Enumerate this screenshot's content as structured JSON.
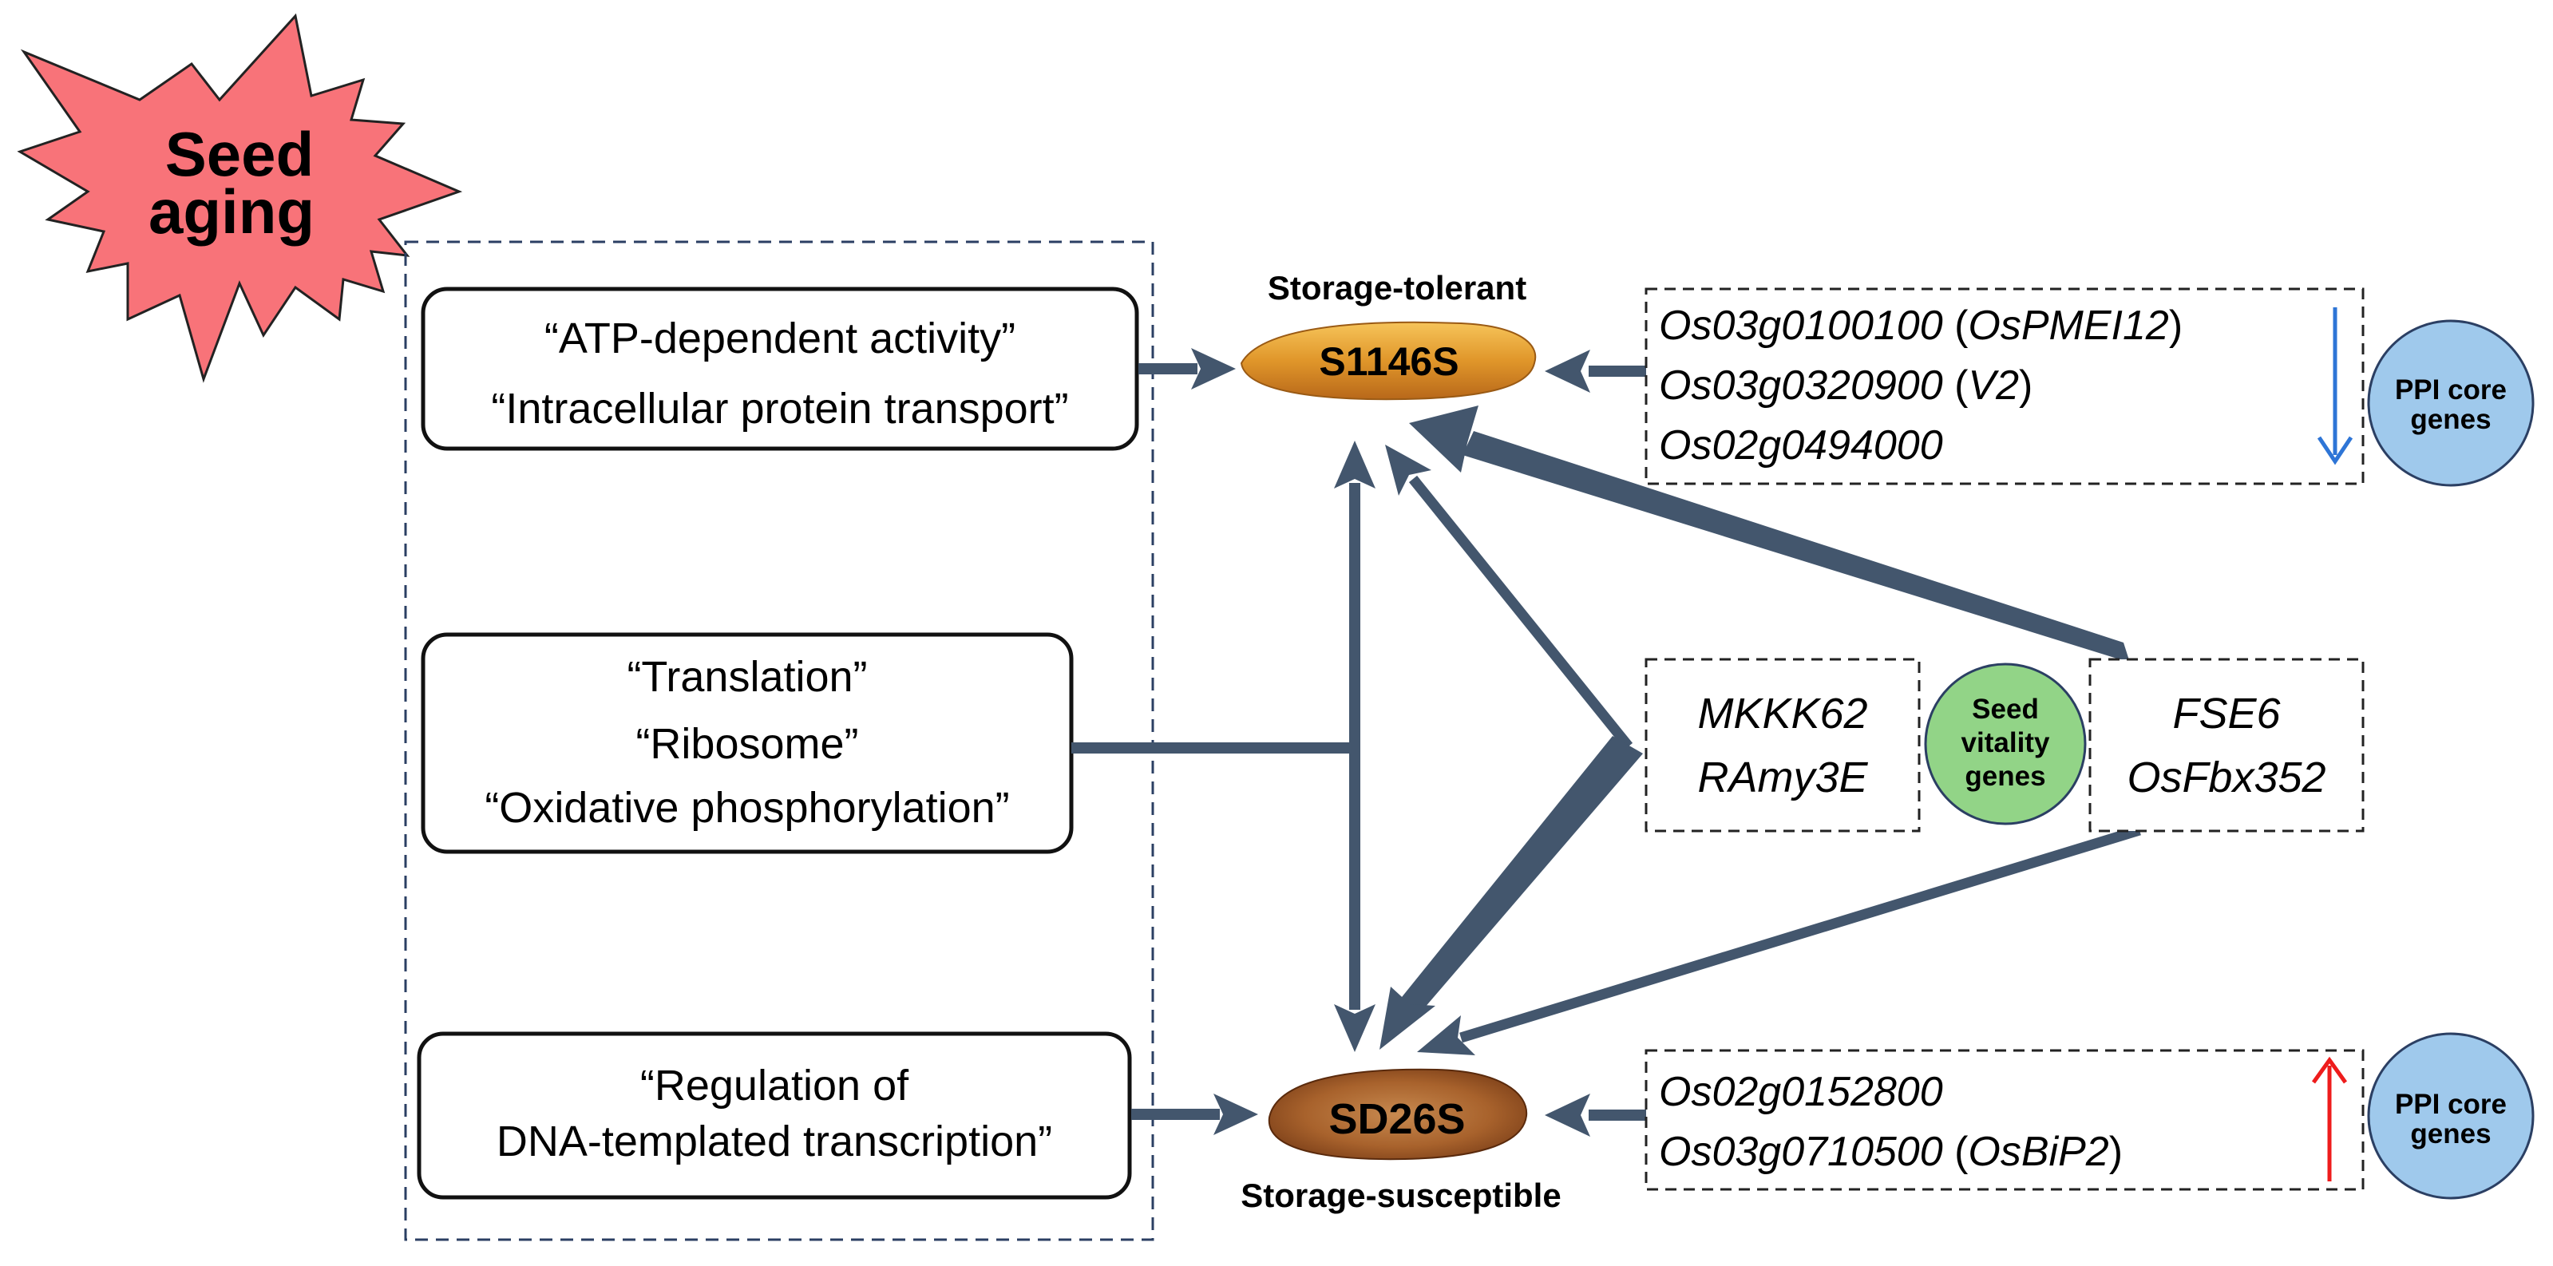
{
  "burst": {
    "line1": "Seed",
    "line2": "aging",
    "color": "#f87379"
  },
  "categories": {
    "box1": {
      "line1": "“ATP-dependent activity”",
      "line2": "“Intracellular protein transport”"
    },
    "box2": {
      "line1": "“Translation”",
      "line2": "“Ribosome”",
      "line3": "“Oxidative phosphorylation”"
    },
    "box3": {
      "line1": "“Regulation of",
      "line2": "DNA-templated transcription”"
    }
  },
  "seeds": {
    "top": {
      "caption": "Storage-tolerant",
      "label": "S1146S"
    },
    "bottom": {
      "caption": "Storage-susceptible",
      "label": "SD26S"
    }
  },
  "gene_boxes": {
    "top": {
      "rows": [
        {
          "id": "Os03g0100100",
          "open": " (",
          "alias": "OsPMEI12",
          "close": ")"
        },
        {
          "id": "Os03g0320900",
          "open": " (",
          "alias": "V2",
          "close": ")"
        },
        {
          "id": "Os02g0494000",
          "open": "",
          "alias": "",
          "close": ""
        }
      ],
      "trend": "down",
      "trend_color": "#2e75d6"
    },
    "bottom": {
      "rows": [
        {
          "id": "Os02g0152800",
          "open": "",
          "alias": "",
          "close": ""
        },
        {
          "id": "Os03g0710500",
          "open": " (",
          "alias": "OsBiP2",
          "close": ")"
        }
      ],
      "trend": "up",
      "trend_color": "#ee1c1c"
    },
    "vitality_left": {
      "line1": "MKKK62",
      "line2": "RAmy3E"
    },
    "vitality_right": {
      "line1": "FSE6",
      "line2": "OsFbx352"
    }
  },
  "badges": {
    "ppi_top": {
      "line1": "PPI core",
      "line2": "genes",
      "color": "#9fc9ec"
    },
    "vitality": {
      "line1": "Seed",
      "line2": "vitality",
      "line3": "genes",
      "color": "#92d487"
    },
    "ppi_bottom": {
      "line1": "PPI core",
      "line2": "genes",
      "color": "#9fc9ec"
    }
  },
  "colors": {
    "arrow": "#43566d",
    "box_border": "#1a1a1a",
    "dashed_border": "#2b3f63"
  }
}
